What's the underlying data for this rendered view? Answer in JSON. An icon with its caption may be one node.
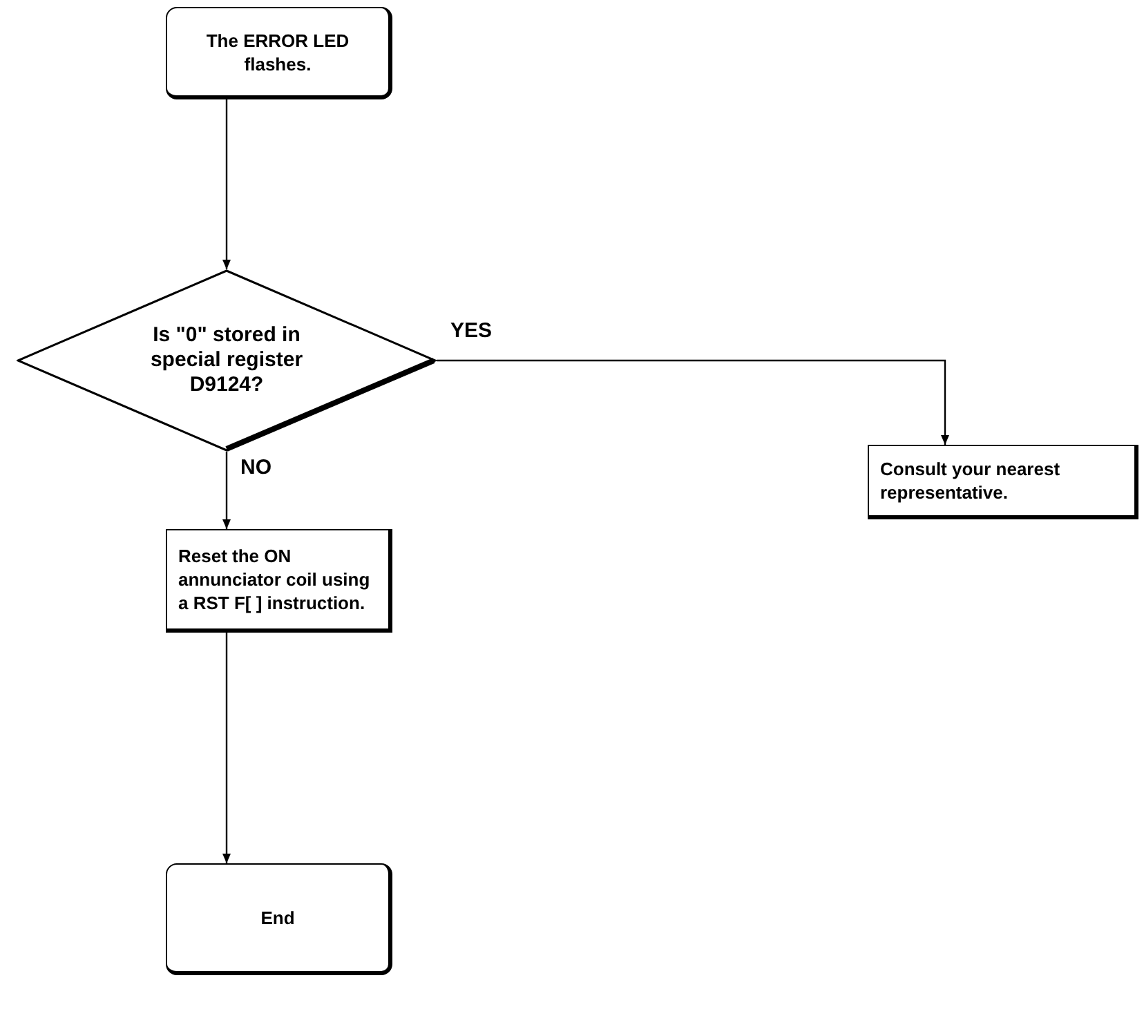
{
  "diagram": {
    "nodes": [
      {
        "text": [
          "The ERROR LED flashes."
        ]
      },
      {
        "text": [
          "Is \"0\" stored in special register D9124?"
        ]
      },
      {
        "text": [
          "Consult your nearest representative."
        ]
      },
      {
        "text": [
          "Reset the ON annunciator coil using a RST F[ ] instruction."
        ]
      },
      {
        "text": [
          "End"
        ]
      }
    ],
    "edges": [
      {
        "from": 0,
        "to": 1,
        "arrow": "to"
      },
      {
        "from": 1,
        "to": 2,
        "arrow": "to",
        "label": "YES"
      },
      {
        "from": 1,
        "to": 3,
        "arrow": "to",
        "label": "NO"
      },
      {
        "from": 3,
        "to": 4,
        "arrow": "to"
      }
    ]
  }
}
